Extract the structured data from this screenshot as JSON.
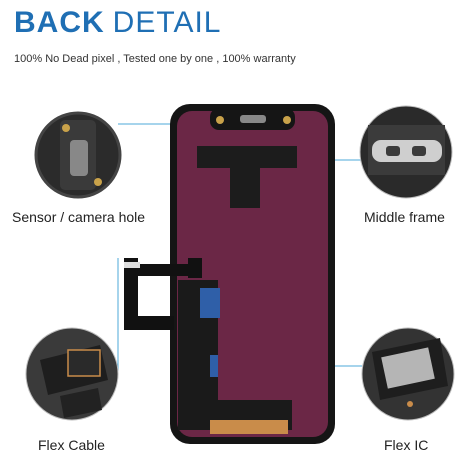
{
  "header": {
    "title_bold": "BACK",
    "title_thin": "DETAIL",
    "subtitle": "100% No Dead pixel , Tested one by one , 100% warranty",
    "title_color": "#1f6fb4"
  },
  "callouts": {
    "sensor": {
      "label": "Sensor / camera hole"
    },
    "middle_frame": {
      "label": "Middle frame"
    },
    "flex_cable": {
      "label": "Flex Cable"
    },
    "flex_ic": {
      "label": "Flex IC"
    }
  },
  "colors": {
    "screen_back": "#6b2746",
    "frame": "#151515",
    "flex": "#1a1a1a",
    "connector_blue": "#2f5fa8",
    "callout_line": "#4da8d8",
    "gold": "#c98c4a"
  }
}
